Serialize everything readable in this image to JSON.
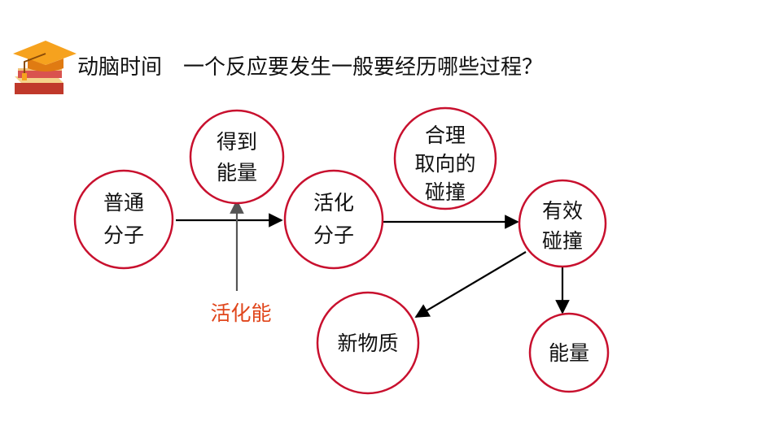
{
  "header": {
    "part1": "动脑时间",
    "part2": "一个反应要发生一般要经历哪些过程？",
    "logo_icon": "graduation-cap-books-icon"
  },
  "nodes": {
    "ordinary": [
      "普通",
      "分子"
    ],
    "energy_in": [
      "得到",
      "能量"
    ],
    "activated": [
      "活化",
      "分子"
    ],
    "orientation": [
      "合理",
      "取向的",
      "碰撞"
    ],
    "effective": [
      "有效",
      "碰撞"
    ],
    "new_substance": [
      "新物质"
    ],
    "energy_out": [
      "能量"
    ]
  },
  "labels": {
    "activation_energy": "活化能"
  },
  "colors": {
    "circle_stroke": "#c8102e",
    "label_red": "#e0461c",
    "arrow": "#000000",
    "up_arrow": "#555555"
  }
}
